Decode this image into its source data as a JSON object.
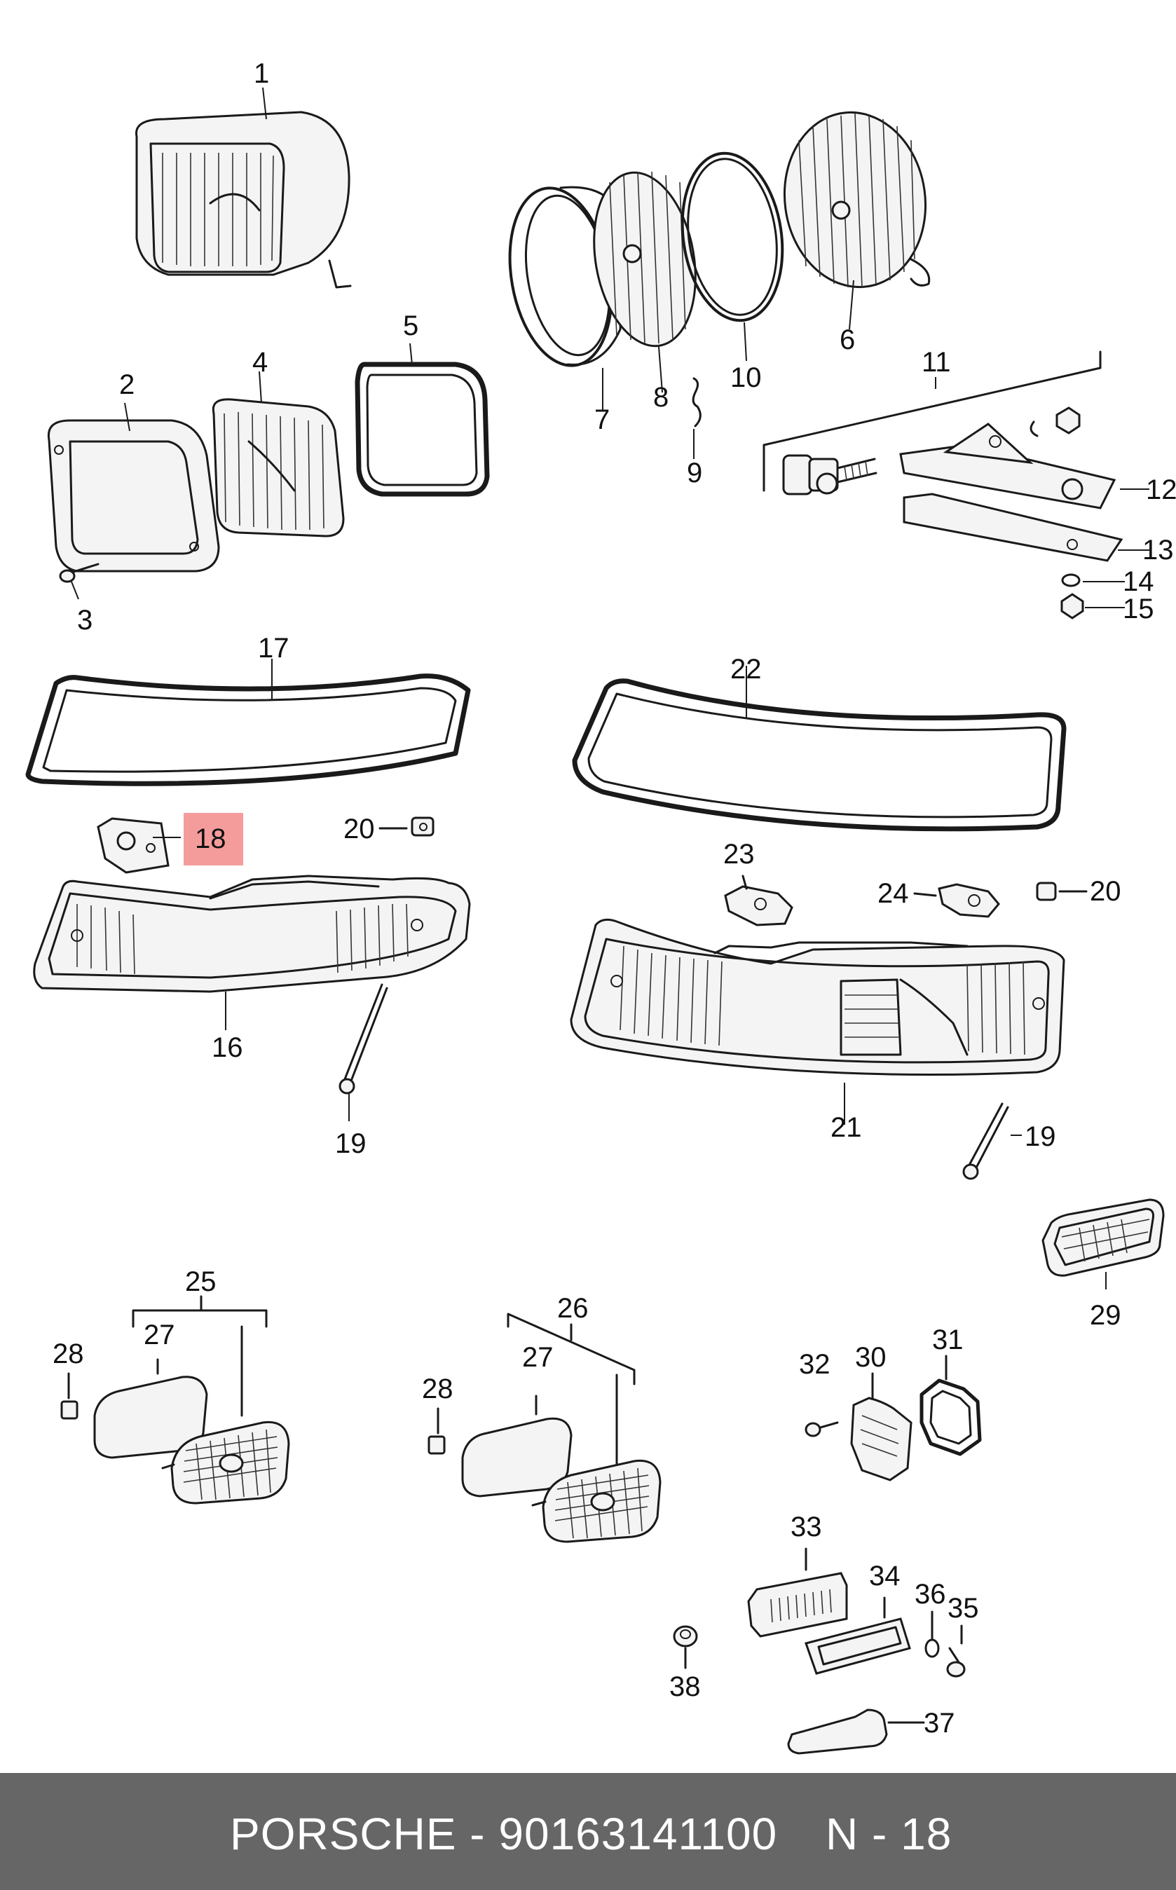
{
  "diagram": {
    "highlight_color": "#f28b8b",
    "callouts": [
      {
        "id": "1",
        "label": "1"
      },
      {
        "id": "2",
        "label": "2"
      },
      {
        "id": "3",
        "label": "3"
      },
      {
        "id": "4",
        "label": "4"
      },
      {
        "id": "5",
        "label": "5"
      },
      {
        "id": "6",
        "label": "6"
      },
      {
        "id": "7",
        "label": "7"
      },
      {
        "id": "8",
        "label": "8"
      },
      {
        "id": "9",
        "label": "9"
      },
      {
        "id": "10",
        "label": "10"
      },
      {
        "id": "11",
        "label": "11"
      },
      {
        "id": "12",
        "label": "12"
      },
      {
        "id": "13",
        "label": "13"
      },
      {
        "id": "14",
        "label": "14"
      },
      {
        "id": "15",
        "label": "15"
      },
      {
        "id": "16",
        "label": "16"
      },
      {
        "id": "17",
        "label": "17"
      },
      {
        "id": "18",
        "label": "18",
        "highlighted": true
      },
      {
        "id": "19a",
        "label": "19"
      },
      {
        "id": "19b",
        "label": "19"
      },
      {
        "id": "20a",
        "label": "20"
      },
      {
        "id": "20b",
        "label": "20"
      },
      {
        "id": "21",
        "label": "21"
      },
      {
        "id": "22",
        "label": "22"
      },
      {
        "id": "23",
        "label": "23"
      },
      {
        "id": "24",
        "label": "24"
      },
      {
        "id": "25",
        "label": "25"
      },
      {
        "id": "26",
        "label": "26"
      },
      {
        "id": "27a",
        "label": "27"
      },
      {
        "id": "27b",
        "label": "27"
      },
      {
        "id": "28a",
        "label": "28"
      },
      {
        "id": "28b",
        "label": "28"
      },
      {
        "id": "29",
        "label": "29"
      },
      {
        "id": "30",
        "label": "30"
      },
      {
        "id": "31",
        "label": "31"
      },
      {
        "id": "32",
        "label": "32"
      },
      {
        "id": "33",
        "label": "33"
      },
      {
        "id": "34",
        "label": "34"
      },
      {
        "id": "35",
        "label": "35"
      },
      {
        "id": "36",
        "label": "36"
      },
      {
        "id": "37",
        "label": "37"
      },
      {
        "id": "38",
        "label": "38"
      }
    ]
  },
  "footer": {
    "brand_part": "PORSCHE - 90163141100",
    "page_ref": "N - 18",
    "background": "#666666",
    "text_color": "#ffffff"
  }
}
